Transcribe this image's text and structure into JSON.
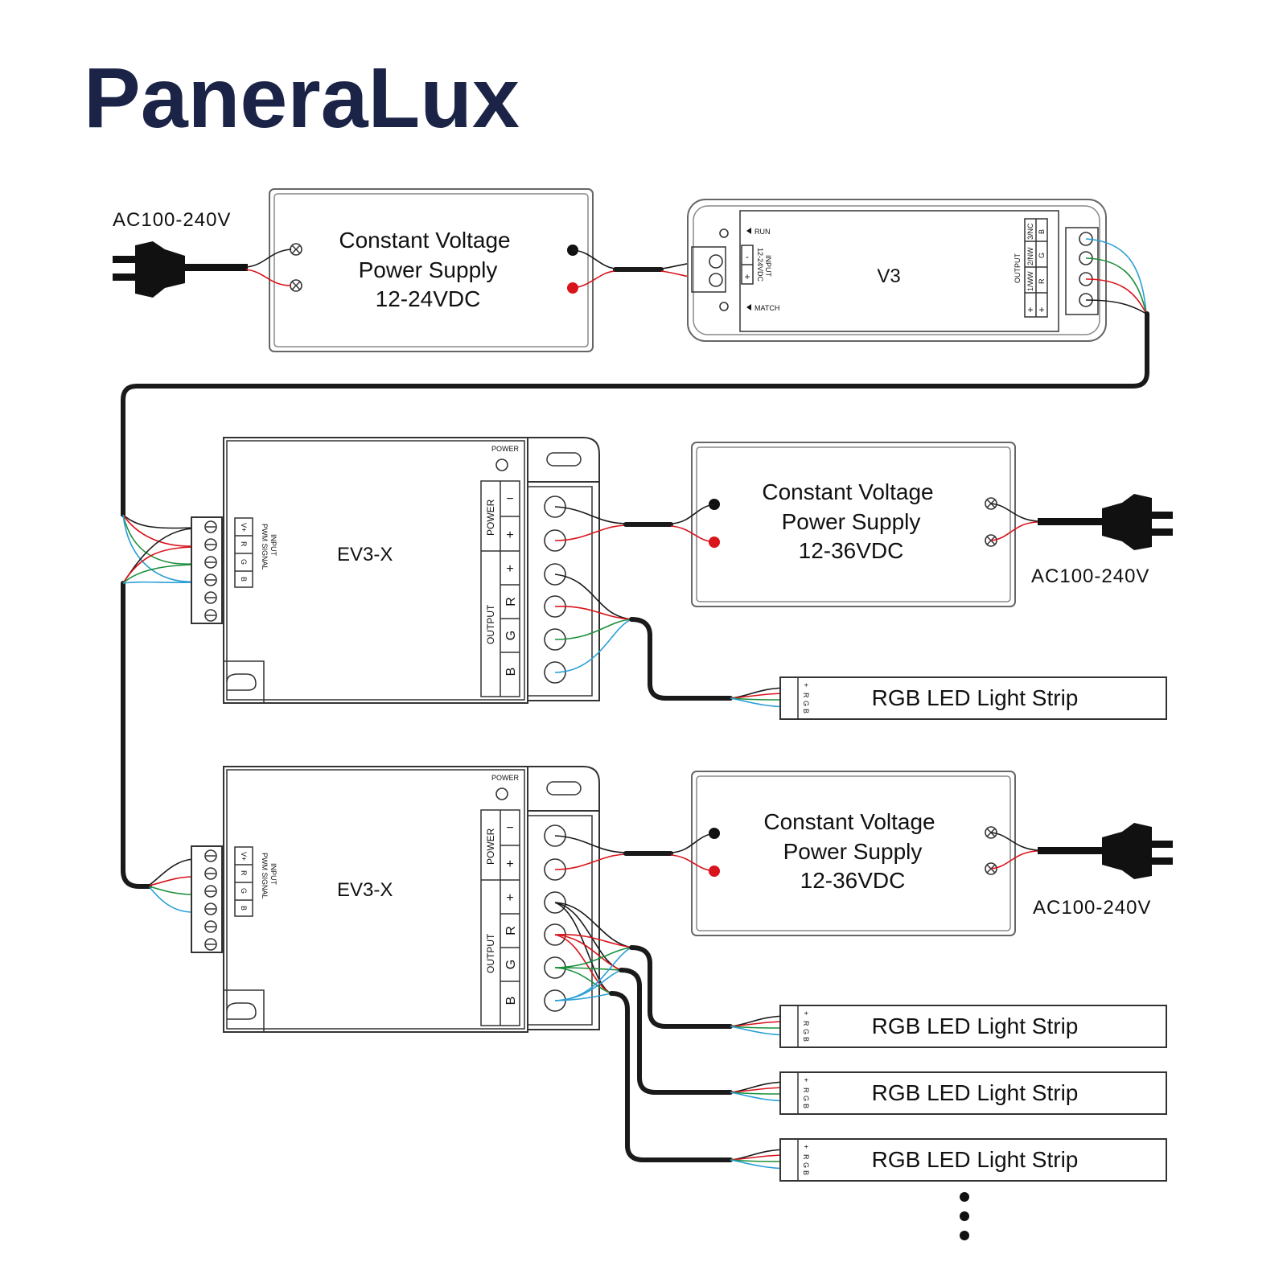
{
  "brand": "PaneraLux",
  "top_power_supply": {
    "line1": "Constant Voltage",
    "line2": "Power Supply",
    "line3": "12-24VDC",
    "ac_label": "AC100-240V"
  },
  "controller": {
    "name": "V3",
    "run": "RUN",
    "match": "MATCH",
    "input_label": "INPUT",
    "input_volt": "12-24VDC",
    "minus": "-",
    "plus": "+",
    "output_label": "OUTPUT",
    "out_channels": [
      "3/NC",
      "2/NW",
      "1/WW",
      "B",
      "G",
      "R",
      "+",
      "+"
    ]
  },
  "amplifiers": [
    {
      "name": "EV3-X",
      "power_led": "POWER",
      "input_label": "INPUT",
      "pwm_label": "PWM SIGNAL",
      "in_pins": [
        "V+",
        "R",
        "G",
        "B"
      ],
      "power_label": "POWER",
      "output_label": "OUTPUT",
      "power_pins": [
        "−",
        "+"
      ],
      "out_pins": [
        "+",
        "R",
        "G",
        "B"
      ],
      "supply": {
        "line1": "Constant Voltage",
        "line2": "Power Supply",
        "line3": "12-36VDC",
        "ac_label": "AC100-240V"
      },
      "strips": [
        "RGB LED Light Strip"
      ]
    },
    {
      "name": "EV3-X",
      "power_led": "POWER",
      "input_label": "INPUT",
      "pwm_label": "PWM SIGNAL",
      "in_pins": [
        "V+",
        "R",
        "G",
        "B"
      ],
      "power_label": "POWER",
      "output_label": "OUTPUT",
      "power_pins": [
        "−",
        "+"
      ],
      "out_pins": [
        "+",
        "R",
        "G",
        "B"
      ],
      "supply": {
        "line1": "Constant Voltage",
        "line2": "Power Supply",
        "line3": "12-36VDC",
        "ac_label": "AC100-240V"
      },
      "strips": [
        "RGB LED Light Strip",
        "RGB LED Light Strip",
        "RGB LED Light Strip"
      ]
    }
  ],
  "strip_pins": [
    "+",
    "R",
    "G",
    "B"
  ],
  "colors": {
    "brand": "#1b2447",
    "wire_red": "#d9141b",
    "wire_green": "#1a8f3a",
    "wire_blue": "#2a9fd6",
    "wire_black": "#1a1a1a"
  },
  "icons": [
    "ac-plug-icon",
    "screw-terminal-icon",
    "led-indicator-icon",
    "ellipsis-dots-icon"
  ]
}
